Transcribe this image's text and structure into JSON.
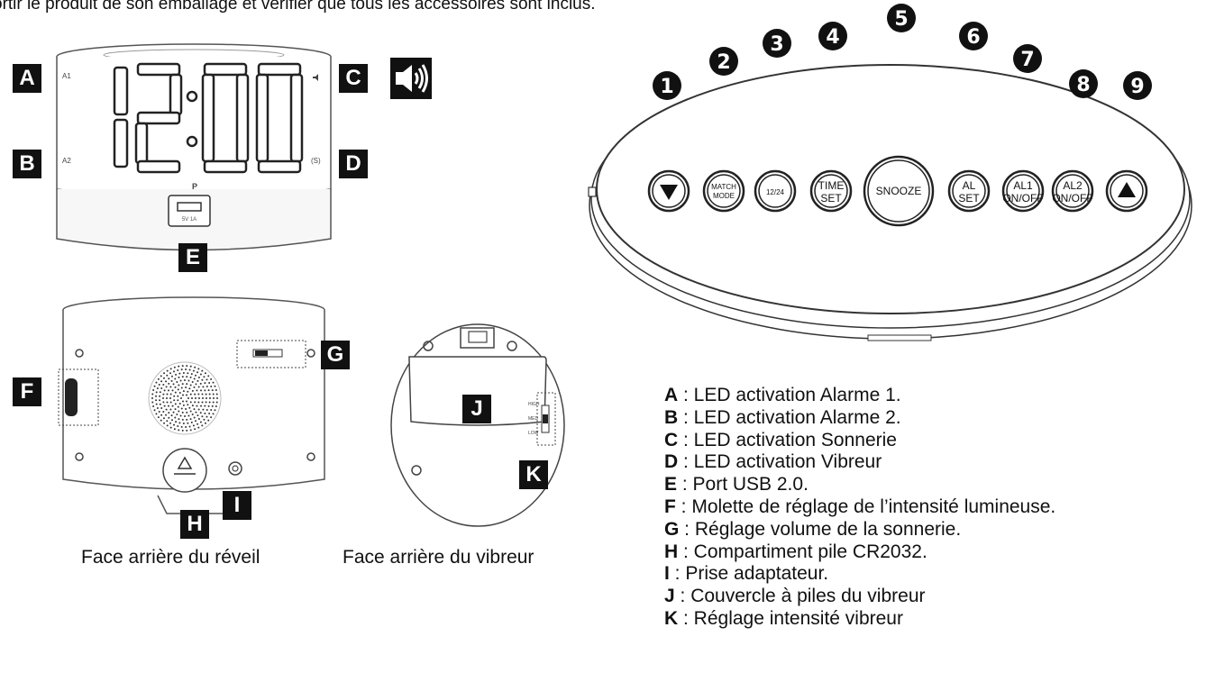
{
  "intro_text": "ortir le produit de son emballage et vérifier que tous les accessoires sont inclus.",
  "front": {
    "display_time": "12:00",
    "small_labels": {
      "a1": "A1",
      "a2": "A2",
      "pm": "P",
      "usb": "5V 1A"
    }
  },
  "tags": [
    "A",
    "B",
    "C",
    "D",
    "E",
    "F",
    "G",
    "H",
    "I",
    "J",
    "K"
  ],
  "captions": {
    "back_clock": "Face arrière du réveil",
    "back_vibrator": "Face arrière du vibreur"
  },
  "vibrator_switch": {
    "high": "HIGH",
    "med": "MED",
    "low": "LOW"
  },
  "buttons": [
    {
      "num": "1",
      "label": "",
      "glyph": "▼"
    },
    {
      "num": "2",
      "label_lines": [
        "MATCH",
        "MODE"
      ]
    },
    {
      "num": "3",
      "label_lines": [
        "12/24"
      ]
    },
    {
      "num": "4",
      "label_lines": [
        "TIME",
        "SET"
      ]
    },
    {
      "num": "5",
      "label_lines": [
        "SNOOZE"
      ]
    },
    {
      "num": "6",
      "label_lines": [
        "AL",
        "SET"
      ]
    },
    {
      "num": "7",
      "label_lines": [
        "AL1",
        "ON/OFF"
      ]
    },
    {
      "num": "8",
      "label_lines": [
        "AL2",
        "ON/OFF"
      ]
    },
    {
      "num": "9",
      "label": "",
      "glyph": "▲"
    }
  ],
  "legend": [
    {
      "key": "A",
      "text": " : LED activation Alarme 1."
    },
    {
      "key": "B",
      "text": " : LED activation Alarme 2."
    },
    {
      "key": "C",
      "text": " : LED activation Sonnerie"
    },
    {
      "key": "D",
      "text": " : LED activation Vibreur"
    },
    {
      "key": "E",
      "text": " : Port USB 2.0."
    },
    {
      "key": "F",
      "text": " : Molette de réglage de l’intensité lumineuse."
    },
    {
      "key": "G",
      "text": " : Réglage volume de la sonnerie."
    },
    {
      "key": "H",
      "text": " : Compartiment pile CR2032."
    },
    {
      "key": "I",
      "text": " : Prise adaptateur."
    },
    {
      "key": "J",
      "text": " : Couvercle à piles du vibreur"
    },
    {
      "key": "K",
      "text": " : Réglage intensité vibreur"
    }
  ]
}
